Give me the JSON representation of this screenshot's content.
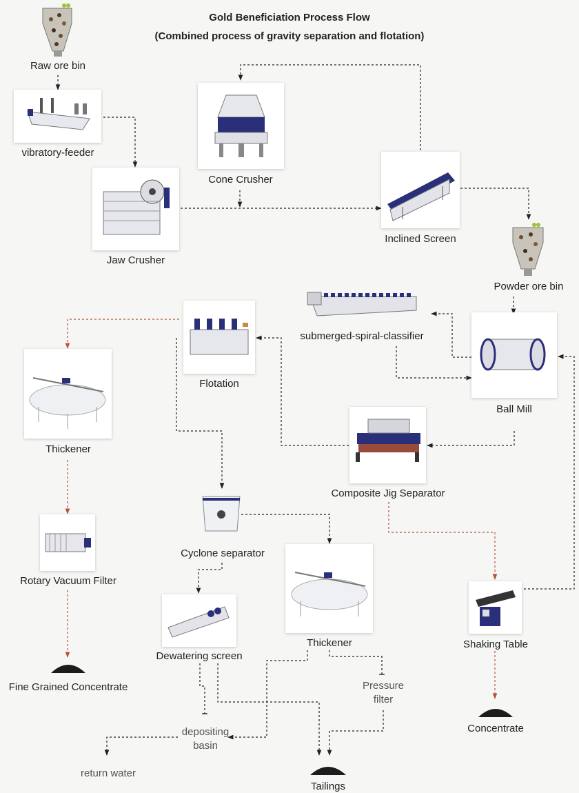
{
  "title": {
    "line1": "Gold Beneficiation Process Flow",
    "line2": "(Combined process of gravity separation and flotation)"
  },
  "colors": {
    "black_arrow": "#222222",
    "red_arrow": "#b5523a",
    "accent_blue": "#2a2f7a"
  },
  "nodes": {
    "raw_ore_bin": "Raw ore bin",
    "vibratory_feeder": "vibratory-feeder",
    "jaw_crusher": "Jaw Crusher",
    "cone_crusher": "Cone Crusher",
    "inclined_screen": "Inclined Screen",
    "powder_ore_bin": "Powder ore bin",
    "spiral_classifier": "submerged-spiral-classifier",
    "ball_mill": "Ball Mill",
    "flotation": "Flotation",
    "composite_jig": "Composite Jig Separator",
    "thickener_left": "Thickener",
    "rotary_vacuum_filter": "Rotary Vacuum Filter",
    "fine_concentrate": "Fine Grained Concentrate",
    "cyclone": "Cyclone separator",
    "dewatering_screen": "Dewatering screen",
    "thickener_mid": "Thickener",
    "pressure_filter": "Pressure filter",
    "depositing_basin": "depositing basin",
    "return_water": "return water",
    "tailings": "Tailings",
    "shaking_table": "Shaking Table",
    "concentrate": "Concentrate"
  }
}
